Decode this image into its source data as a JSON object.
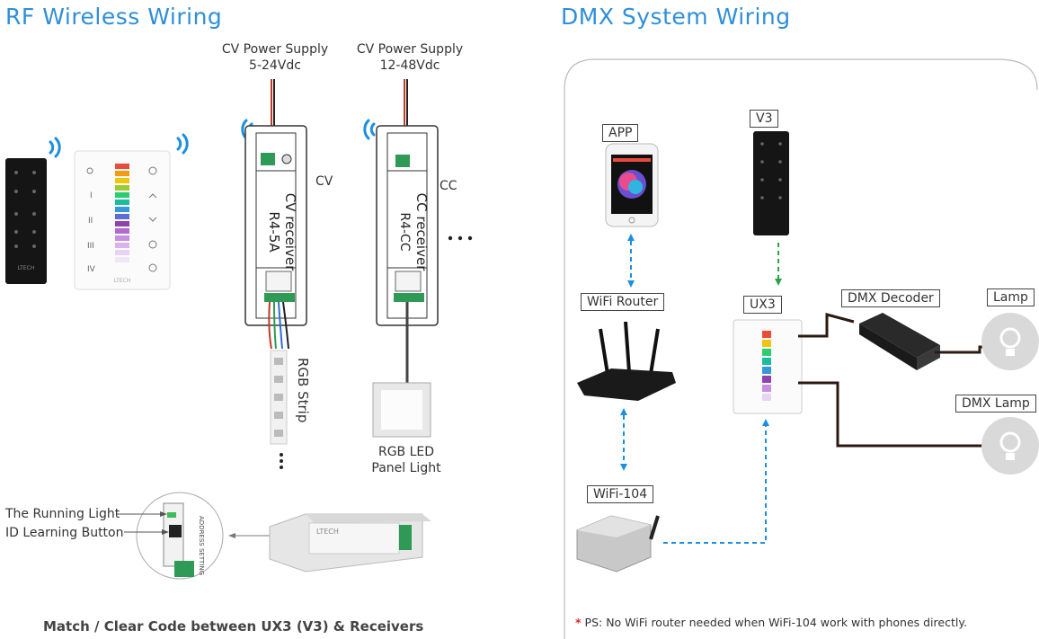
{
  "rf": {
    "title": "RF Wireless Wiring",
    "cv_supply": [
      "CV Power Supply",
      "5-24Vdc"
    ],
    "cc_supply": [
      "CV Power Supply",
      "12-48Vdc"
    ],
    "cv_label": "CV",
    "cc_label": "CC",
    "cv_receiver": [
      "CV receiver",
      "R4-5A"
    ],
    "cc_receiver": [
      "CC receiver",
      "R4-CC"
    ],
    "rgb_strip": "RGB Strip",
    "panel_light": [
      "RGB LED",
      "Panel Light"
    ],
    "running_light": "The Running Light",
    "id_button": "ID Learning Button",
    "address_setting": "ADDRESS SETTING",
    "footer": "Match / Clear Code between UX3 (V3) & Receivers",
    "remote_brand": "LTECH",
    "ellipsis": "•••",
    "roman": [
      "I",
      "II",
      "III",
      "IV"
    ]
  },
  "dmx": {
    "title": "DMX System Wiring",
    "app": "APP",
    "v3": "V3",
    "wifi_router": "WiFi Router",
    "ux3": "UX3",
    "dmx_decoder": "DMX Decoder",
    "lamp": "Lamp",
    "dmx_lamp": "DMX Lamp",
    "wifi104": "WiFi-104",
    "note_star": "*",
    "note": "PS: No WiFi router needed when WiFi-104 work with phones directly."
  },
  "colors": {
    "title_blue": "#2f8fd8",
    "wifi_blue": "#1d8fe0",
    "link_green": "#2aa24a",
    "note_red": "#e0262b"
  }
}
